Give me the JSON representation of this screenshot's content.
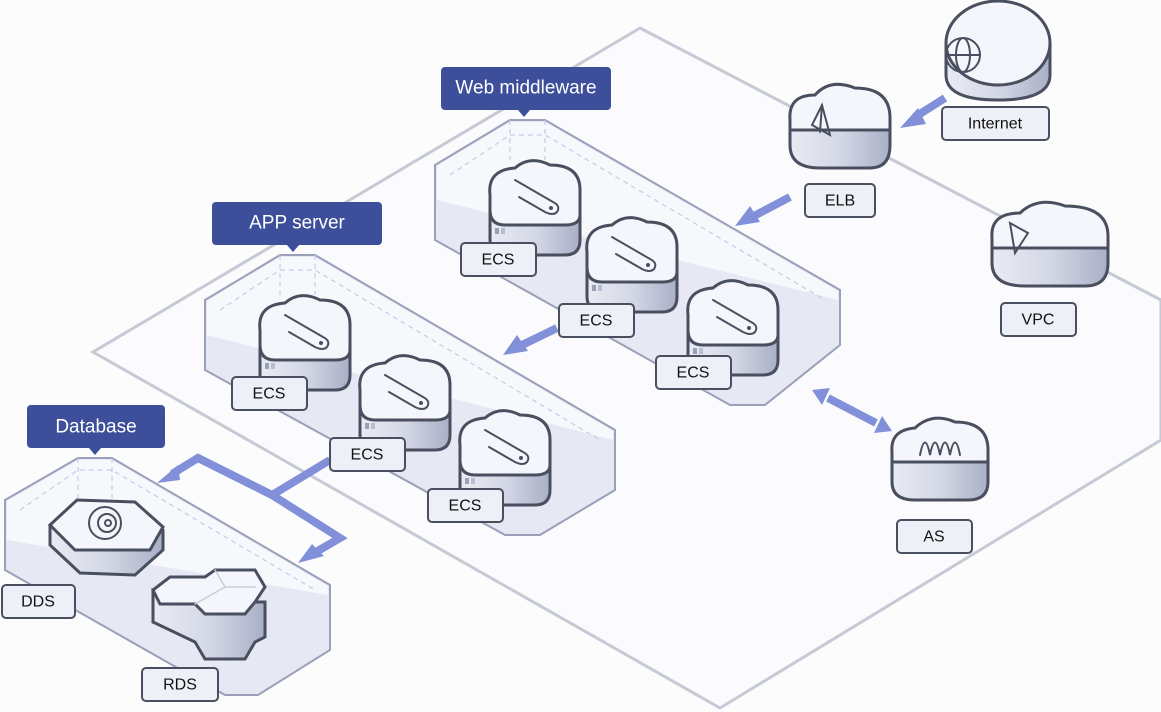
{
  "groups": {
    "web_middleware": "Web middleware",
    "app_server": "APP server",
    "database": "Database"
  },
  "nodes": {
    "internet": "Internet",
    "elb": "ELB",
    "vpc": "VPC",
    "as": "AS",
    "web_ecs": [
      "ECS",
      "ECS",
      "ECS"
    ],
    "app_ecs": [
      "ECS",
      "ECS",
      "ECS"
    ],
    "dds": "DDS",
    "rds": "RDS"
  },
  "icons": {
    "internet": "globe-icon",
    "elb": "triangle-network-icon",
    "vpc": "triangle-network-icon",
    "as": "wave-icon",
    "ecs": "paperclip-icon",
    "dds": "spiral-icon",
    "rds": "hex-cluster-icon"
  },
  "colors": {
    "tag": "#3d4f9a",
    "arrow": "#8290d9",
    "group_fill": "#e6e8f3",
    "outline": "#4a4f60"
  }
}
